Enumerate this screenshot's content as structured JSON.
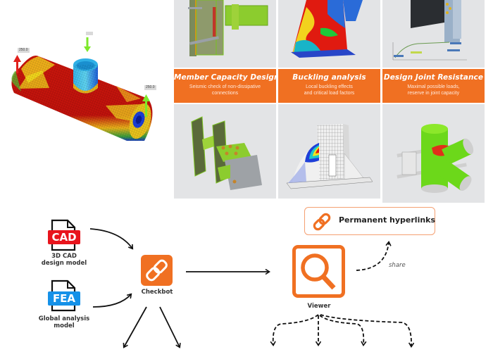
{
  "fea_model": {
    "load_labels": [
      "250.0",
      "",
      "250.0"
    ],
    "colors": {
      "high": "#c0120c",
      "mid": "#f2e51d",
      "low": "#1e5fd8",
      "arrow_left": "#e0201b",
      "arrow_green": "#7ee82a"
    }
  },
  "features": [
    {
      "title": "Member Capacity Design",
      "subtitle": [
        "Seismic check of non-dissipative",
        "connections"
      ]
    },
    {
      "title": "Buckling analysis",
      "subtitle": [
        "Local buckling effects",
        "and critical load factors"
      ]
    },
    {
      "title": "Design Joint Resistance",
      "subtitle": [
        "Maximal possible loads,",
        "reserve in joint capacity"
      ]
    }
  ],
  "workflow": {
    "cad": {
      "badge": "CAD",
      "label": [
        "3D CAD",
        "design model"
      ],
      "color": "#e8141c"
    },
    "fea": {
      "badge": "FEA",
      "label": [
        "Global analysis",
        "model"
      ],
      "color": "#1591e8"
    },
    "checkbot": {
      "label": "Checkbot",
      "icon": "chain-link-icon"
    },
    "viewer": {
      "label": "Viewer",
      "icon": "magnifier-icon"
    },
    "hyperlinks": {
      "label": "Permanent hyperlinks",
      "icon": "link-icon"
    },
    "share_label": "share"
  },
  "colors": {
    "accent": "#f07022",
    "panel_bg": "#e3e4e6"
  }
}
